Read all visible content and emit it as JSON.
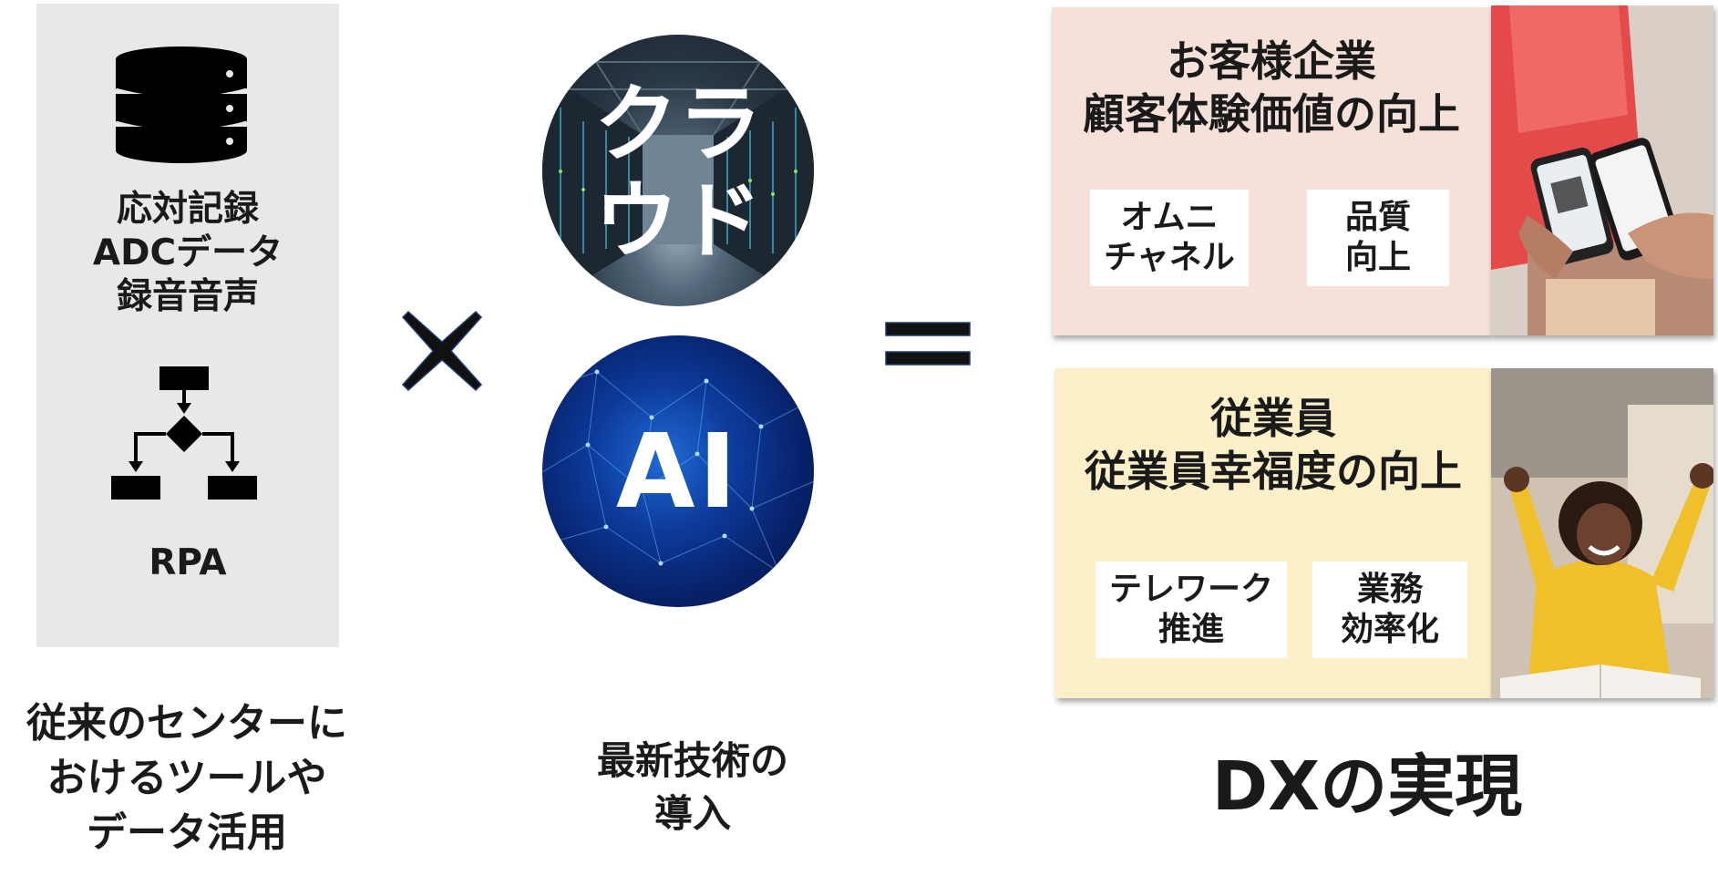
{
  "left": {
    "data_lines": [
      "応対記録",
      "ADCデータ",
      "録音音声"
    ],
    "rpa_label": "RPA",
    "caption_lines": [
      "従来のセンターに",
      "おけるツールや",
      "データ活用"
    ]
  },
  "operators": {
    "times": "×",
    "equals": "="
  },
  "middle": {
    "cloud_lines": [
      "クラ",
      "ウド"
    ],
    "ai_label": "AI",
    "caption_lines": [
      "最新技術の",
      "導入"
    ]
  },
  "right": {
    "customer": {
      "title_lines": [
        "お客様企業",
        "顧客体験価値の向上"
      ],
      "chips": [
        {
          "lines": [
            "オムニ",
            "チャネル"
          ]
        },
        {
          "lines": [
            "品質",
            "向上"
          ]
        }
      ]
    },
    "employee": {
      "title_lines": [
        "従業員",
        "従業員幸福度の向上"
      ],
      "chips": [
        {
          "lines": [
            "テレワーク",
            "推進"
          ]
        },
        {
          "lines": [
            "業務",
            "効率化"
          ]
        }
      ]
    },
    "caption": "DXの実現"
  },
  "colors": {
    "left_panel_bg": "#e8e8e8",
    "customer_card_bg": "#f6e0da",
    "employee_card_bg": "#fdf0c9",
    "text": "#1a1a1a",
    "operator_fill": "#111111",
    "operator_outline": "#1f3b73"
  },
  "icons": [
    "database-icon",
    "rpa-flowchart-icon",
    "times-icon",
    "equals-icon"
  ]
}
